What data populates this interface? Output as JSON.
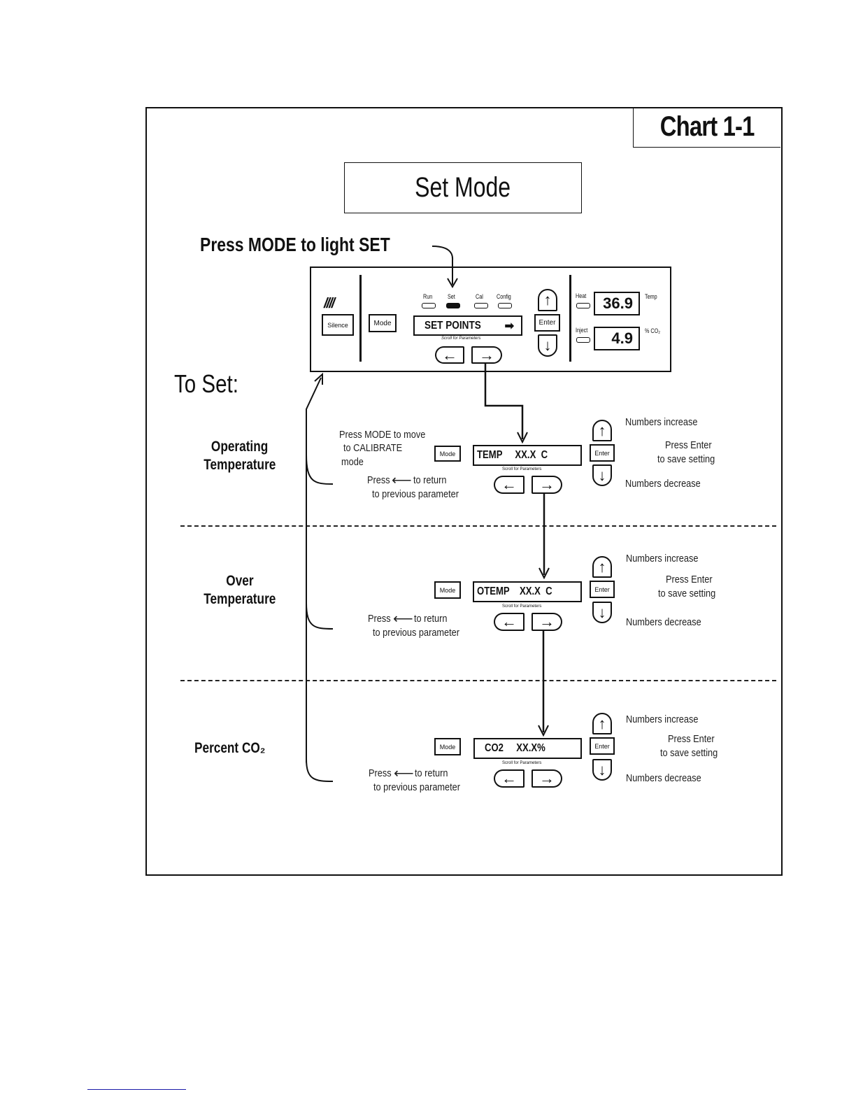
{
  "chart_tag": "Chart 1-1",
  "title": "Set Mode",
  "instruction": "Press MODE to light SET",
  "to_set_label": "To Set:",
  "panel": {
    "logo_glyph": "////",
    "silence_label": "Silence",
    "mode_label": "Mode",
    "indicators": [
      {
        "label": "Run",
        "lit": false
      },
      {
        "label": "Set",
        "lit": true
      },
      {
        "label": "Cal",
        "lit": false
      },
      {
        "label": "Config",
        "lit": false
      }
    ],
    "display_text": "SET POINTS",
    "display_arrow": "➡",
    "scroll_caption": "Scroll for Parameters",
    "enter_label": "Enter",
    "heat_label": "Heat",
    "inject_label": "Inject",
    "temp_value": "36.9",
    "temp_unit": "Temp",
    "co2_value": "4.9",
    "co2_unit": "% CO₂"
  },
  "sections": [
    {
      "name": "Operating Temperature",
      "name_lines": [
        "Operating",
        "Temperature"
      ],
      "mode_note": [
        "Press MODE to move",
        "to CALIBRATE",
        "mode"
      ],
      "display_text": "TEMP     XX.X  C",
      "scroll_caption": "Scroll for Parameters",
      "return_note": [
        "Press",
        "to return",
        "to previous parameter"
      ],
      "increase_note": "Numbers increase",
      "enter_note": [
        "Press Enter",
        "to save setting"
      ],
      "decrease_note": "Numbers decrease",
      "mode_label": "Mode",
      "enter_label": "Enter"
    },
    {
      "name": "Over Temperature",
      "name_lines": [
        "Over",
        "Temperature"
      ],
      "display_text": "OTEMP    XX.X  C",
      "scroll_caption": "Scroll for Parameters",
      "return_note": [
        "Press",
        "to return",
        "to previous parameter"
      ],
      "increase_note": "Numbers increase",
      "enter_note": [
        "Press Enter",
        "to save setting"
      ],
      "decrease_note": "Numbers decrease",
      "mode_label": "Mode",
      "enter_label": "Enter"
    },
    {
      "name": "Percent CO2",
      "name_lines": [
        "Percent CO₂"
      ],
      "display_text": "CO2     XX.X%",
      "scroll_caption": "Scroll for Parameters",
      "return_note": [
        "Press",
        "to return",
        "to previous parameter"
      ],
      "increase_note": "Numbers increase",
      "enter_note": [
        "Press Enter",
        "to save setting"
      ],
      "decrease_note": "Numbers decrease",
      "mode_label": "Mode",
      "enter_label": "Enter"
    }
  ],
  "icons": {
    "left_arrow": "←",
    "right_arrow": "→",
    "up_arrow": "↑",
    "down_arrow": "↓",
    "inline_left_arrow": "⟵"
  }
}
